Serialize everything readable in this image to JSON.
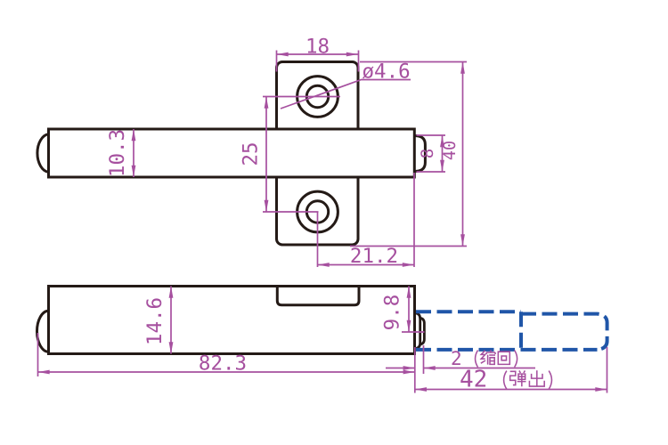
{
  "document": {
    "type": "engineering-dimension-drawing",
    "subject": "push-to-open damper buffer with mounting plate",
    "background": "#ffffff"
  },
  "colors": {
    "outline": "#241a16",
    "dimension": "#a6509f",
    "extended_phantom": "#2056a8"
  },
  "front_view": {
    "name": "front view (plate face)",
    "dimensions": {
      "plate_width": "18",
      "hole_diameter": "ø4.6",
      "hole_spacing": "25",
      "barrel_diameter": "10.3",
      "tip_diameter": "8",
      "plate_height": "40",
      "tip_to_hole": "21.2"
    }
  },
  "side_view": {
    "name": "side view (body length)",
    "dimensions": {
      "body_height": "14.6",
      "plunger_offset": "9.8",
      "body_length": "82.3",
      "retracted_travel": "2（缩回）",
      "extended_travel": "42（弹出）"
    }
  }
}
